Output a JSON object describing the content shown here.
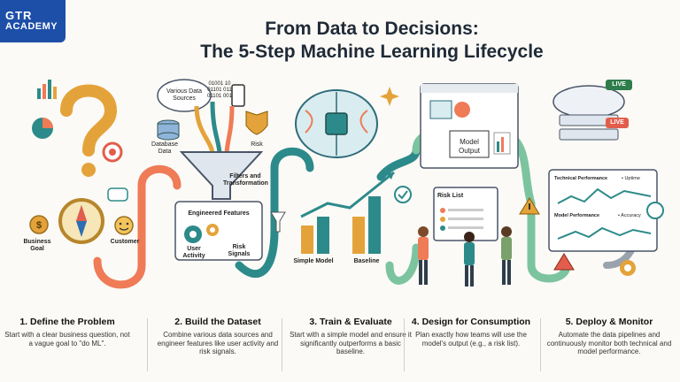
{
  "logo": {
    "line1": "GTR",
    "line2": "ACADEMY"
  },
  "title": {
    "line1": "From Data to Decisions:",
    "line2": "The 5-Step Machine Learning Lifecycle"
  },
  "labels": {
    "business_goal": "Business Goal",
    "customer": "Customer",
    "various_data_sources": "Various Data Sources",
    "binary_line1": "01001 10",
    "binary_line2": "01101 011",
    "binary_line3": "01101 001",
    "database_data": "Database Data",
    "risk": "Risk",
    "filters": "Filters and Transformation",
    "engineered_features": "Engineered Features",
    "user_activity": "User Activity",
    "risk_signals": "Risk Signals",
    "simple_model": "Simple Model",
    "baseline": "Baseline",
    "model_output": "Model Output",
    "risk_list": "Risk List",
    "live1": "LIVE",
    "live2": "LIVE",
    "technical_performance": "Technical Performance",
    "uptime": "• Uptime",
    "model_performance": "Model Performance",
    "accuracy": "• Accuracy"
  },
  "steps": [
    {
      "heading": "1. Define the Problem",
      "desc": "Start with a clear business question, not a vague goal to \"do ML\"."
    },
    {
      "heading": "2. Build the Dataset",
      "desc": "Combine various data sources and engineer features like user activity and risk signals."
    },
    {
      "heading": "3. Train & Evaluate",
      "desc": "Start with a simple model and ensure it significantly outperforms a basic baseline."
    },
    {
      "heading": "4. Design for Consumption",
      "desc": "Plan exactly how teams will use the model's output (e.g., a risk list)."
    },
    {
      "heading": "5. Deploy & Monitor",
      "desc": "Automate the data pipelines and continuously monitor both technical and model performance."
    }
  ],
  "colors": {
    "brand": "#1d4fa8",
    "pipe_orange": "#ef7b57",
    "pipe_teal": "#2d8a8a",
    "pipe_green": "#7cc4a0",
    "gold": "#e4a33a"
  }
}
